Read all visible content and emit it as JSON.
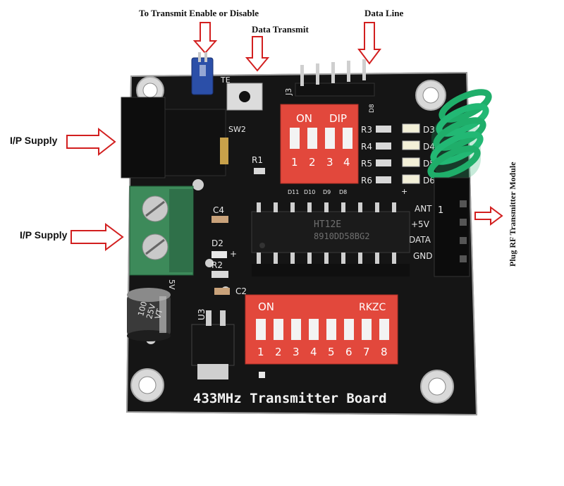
{
  "callouts": {
    "transmit_enable": "To Transmit Enable or Disable",
    "data_transmit": "Data Transmit",
    "data_line": "Data Line",
    "ip_supply_top": "I/P Supply",
    "ip_supply_bottom": "I/P Supply",
    "plug_rf": "Plug RF Transmitter Module"
  },
  "board": {
    "title": "433MHz Transmitter Board",
    "te_label": "TE",
    "sw2_label": "SW2",
    "j3_label": "J3",
    "r1_label": "R1",
    "c4_label": "C4",
    "d2_label": "D2",
    "r2_label": "R2",
    "c2_label": "C2",
    "u3_label": "U3",
    "d8_label": "D8",
    "plus_mark": "+",
    "dip4": {
      "on": "ON",
      "dip": "DIP",
      "numbers": [
        "1",
        "2",
        "3",
        "4"
      ],
      "below": [
        "D11",
        "D10",
        "D9",
        "D8"
      ]
    },
    "dip8": {
      "on": "ON",
      "brand": "RKZC",
      "numbers": [
        "1",
        "2",
        "3",
        "4",
        "5",
        "6",
        "7",
        "8"
      ]
    },
    "leds": [
      "R3",
      "R4",
      "R5",
      "R6",
      "D3",
      "D4",
      "D5",
      "D6"
    ],
    "rf_header": [
      "ANT",
      "+5V",
      "DATA",
      "GND"
    ],
    "rf_pin1": "1",
    "chip": {
      "line1": "HT12E",
      "line2": "8910DD58BG2"
    },
    "capacitor": {
      "l1": "100",
      "l2": "25V",
      "l3": "VT"
    },
    "cap_side": "5V"
  },
  "colors": {
    "pcb": "#151515",
    "dip_red": "#e2483c",
    "terminal_green": "#3d8a5a",
    "antenna_green": "#1fae6a",
    "jumper_blue": "#2b4fa8",
    "arrow_red": "#d21f1f"
  }
}
